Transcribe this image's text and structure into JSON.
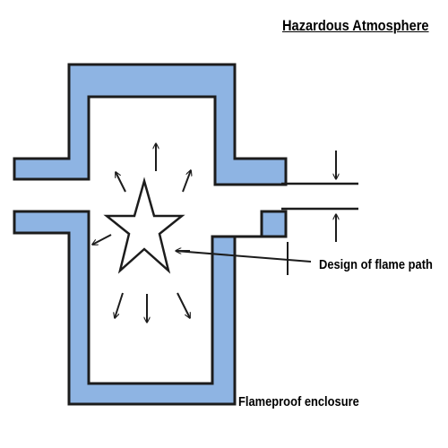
{
  "title": "Hazardous Atmosphere",
  "labels": {
    "flame_path": "Design of flame path",
    "enclosure": "Flameproof enclosure"
  },
  "colors": {
    "wall_fill": "#8eb4e3",
    "outline": "#1c1c1c",
    "background": "#ffffff"
  },
  "icons": {
    "center": "star-outline",
    "arrows": "radial-explosion-arrows"
  }
}
